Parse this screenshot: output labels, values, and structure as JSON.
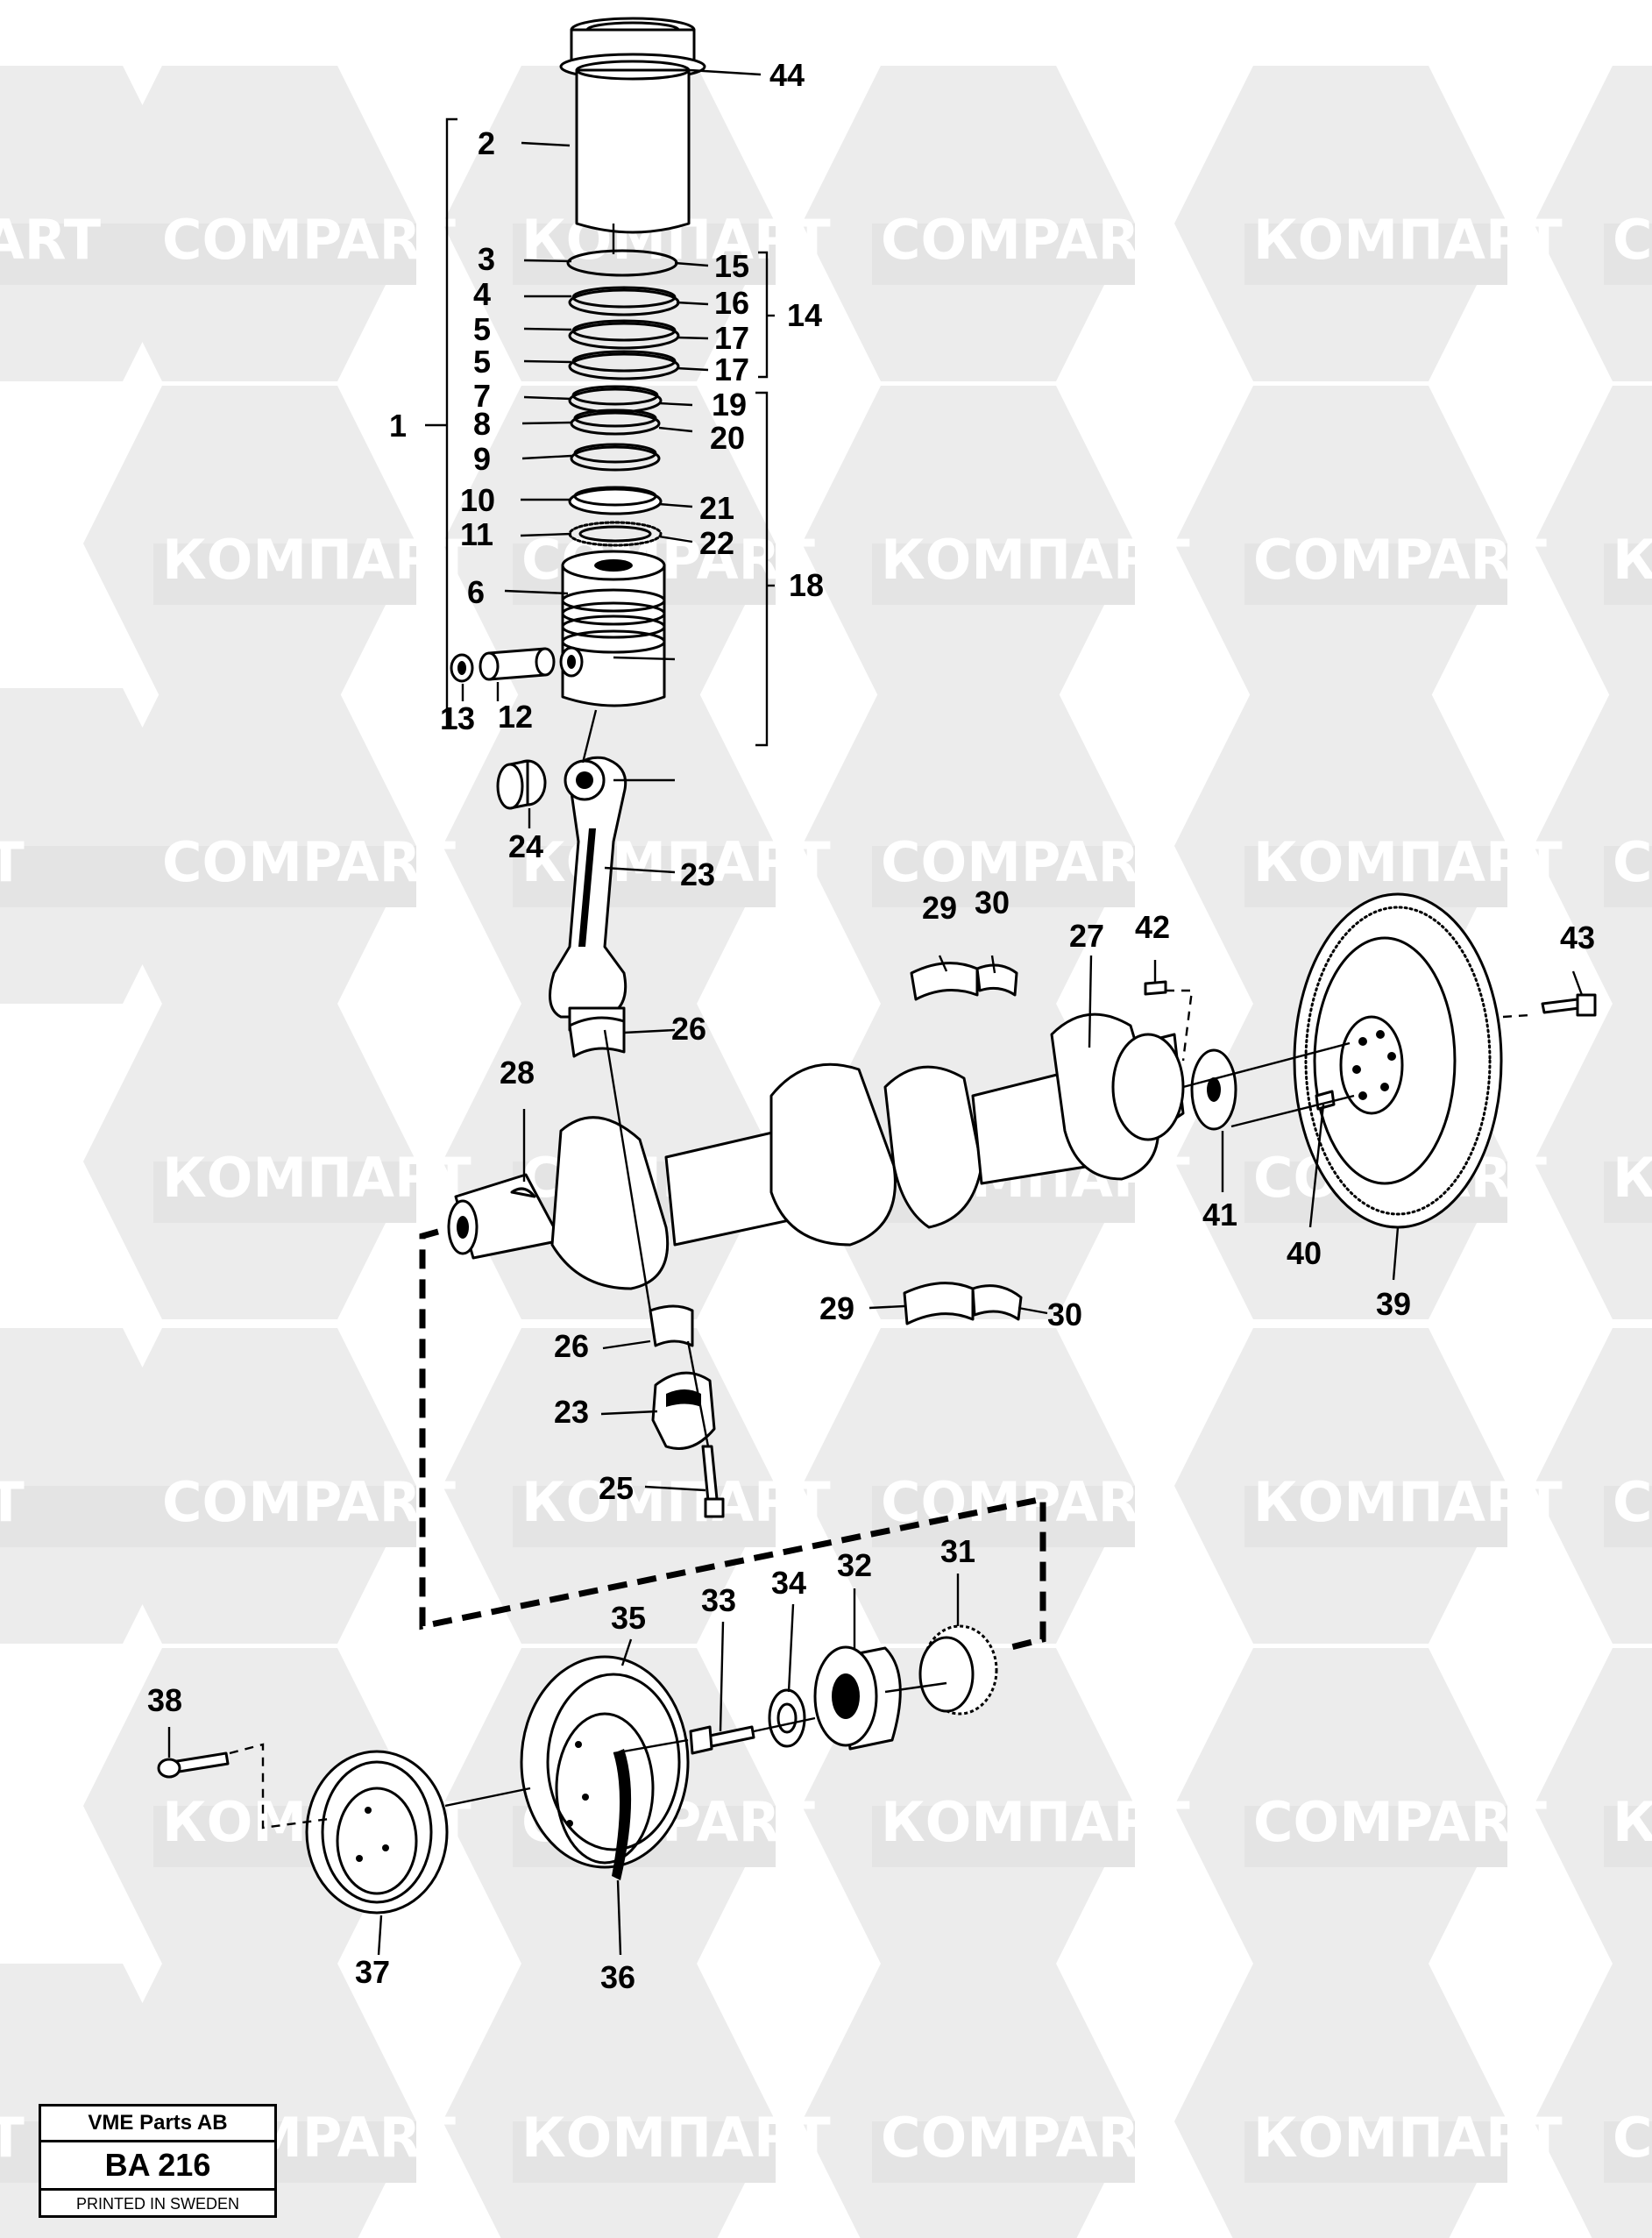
{
  "watermark": {
    "rows": [
      [
        "PART",
        "COMPART",
        "КОМПАРТ",
        "COMPART",
        "КОМПАРТ",
        "СО"
      ],
      [
        "КОМПАРТ",
        "COMPART",
        "КОМПАРТ",
        "COMPART",
        "КОМ"
      ],
      [
        "PT",
        "COMPART",
        "КОМПАРТ",
        "COMPART",
        "КОМПАРТ",
        "СО"
      ],
      [
        "КОМПАРТ",
        "COMPART",
        "КОМПАРТ",
        "COMPART",
        "КОМ"
      ],
      [
        "PT",
        "COMPART",
        "КОМПАРТ",
        "COMPART",
        "КОМПАРТ",
        "СО"
      ],
      [
        "КОМПАРТ",
        "COMPART",
        "КОМПАРТ",
        "COMPART",
        "КОМ"
      ],
      [
        "PT",
        "COMPART",
        "КОМПАРТ",
        "COMPART",
        "КОМПАРТ",
        "СО"
      ]
    ]
  },
  "callouts": [
    {
      "id": "44",
      "label": "44"
    },
    {
      "id": "2",
      "label": "2"
    },
    {
      "id": "3",
      "label": "3"
    },
    {
      "id": "15",
      "label": "15"
    },
    {
      "id": "4",
      "label": "4"
    },
    {
      "id": "16",
      "label": "16"
    },
    {
      "id": "14",
      "label": "14"
    },
    {
      "id": "5a",
      "label": "5"
    },
    {
      "id": "17a",
      "label": "17"
    },
    {
      "id": "5b",
      "label": "5"
    },
    {
      "id": "17b",
      "label": "17"
    },
    {
      "id": "1",
      "label": "1"
    },
    {
      "id": "7",
      "label": "7"
    },
    {
      "id": "19",
      "label": "19"
    },
    {
      "id": "8",
      "label": "8"
    },
    {
      "id": "20",
      "label": "20"
    },
    {
      "id": "9",
      "label": "9"
    },
    {
      "id": "10",
      "label": "10"
    },
    {
      "id": "21",
      "label": "21"
    },
    {
      "id": "11",
      "label": "11"
    },
    {
      "id": "22",
      "label": "22"
    },
    {
      "id": "18",
      "label": "18"
    },
    {
      "id": "6",
      "label": "6"
    },
    {
      "id": "13",
      "label": "13"
    },
    {
      "id": "12",
      "label": "12"
    },
    {
      "id": "24",
      "label": "24"
    },
    {
      "id": "23a",
      "label": "23"
    },
    {
      "id": "29a",
      "label": "29"
    },
    {
      "id": "30a",
      "label": "30"
    },
    {
      "id": "27",
      "label": "27"
    },
    {
      "id": "42",
      "label": "42"
    },
    {
      "id": "43",
      "label": "43"
    },
    {
      "id": "26a",
      "label": "26"
    },
    {
      "id": "28",
      "label": "28"
    },
    {
      "id": "41",
      "label": "41"
    },
    {
      "id": "40",
      "label": "40"
    },
    {
      "id": "39",
      "label": "39"
    },
    {
      "id": "29b",
      "label": "29"
    },
    {
      "id": "30b",
      "label": "30"
    },
    {
      "id": "26b",
      "label": "26"
    },
    {
      "id": "23b",
      "label": "23"
    },
    {
      "id": "25",
      "label": "25"
    },
    {
      "id": "35",
      "label": "35"
    },
    {
      "id": "33",
      "label": "33"
    },
    {
      "id": "34",
      "label": "34"
    },
    {
      "id": "32",
      "label": "32"
    },
    {
      "id": "31",
      "label": "31"
    },
    {
      "id": "38",
      "label": "38"
    },
    {
      "id": "37",
      "label": "37"
    },
    {
      "id": "36",
      "label": "36"
    }
  ],
  "title_block": {
    "company": "VME Parts AB",
    "code": "BA 216",
    "printed": "PRINTED IN SWEDEN"
  }
}
